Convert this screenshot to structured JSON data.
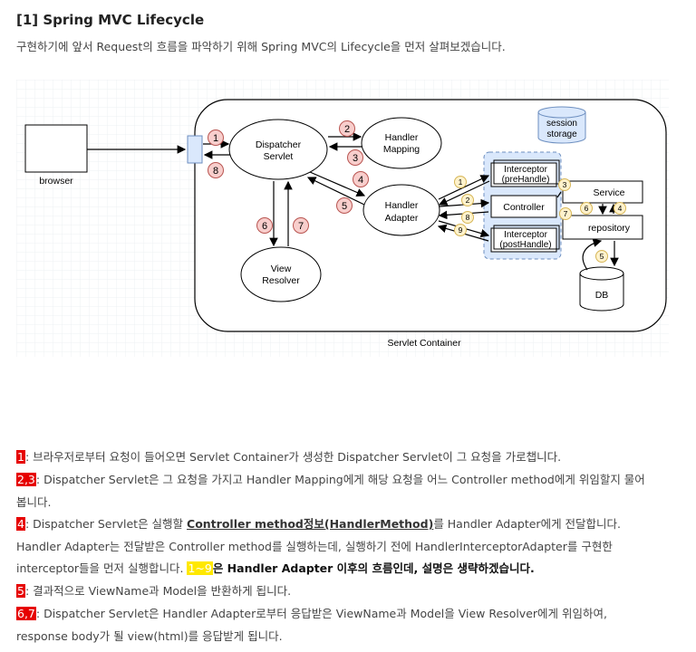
{
  "header": {
    "title": "[1] Spring MVC Lifecycle",
    "subtitle": "구현하기에 앞서 Request의 흐름을 파악하기 위해 Spring MVC의 Lifecycle을 먼저 살펴보겠습니다."
  },
  "diagram": {
    "browser": "browser",
    "dispatcher_1": "Dispatcher",
    "dispatcher_2": "Servlet",
    "handler_mapping_1": "Handler",
    "handler_mapping_2": "Mapping",
    "handler_adapter_1": "Handler",
    "handler_adapter_2": "Adapter",
    "view_resolver_1": "View",
    "view_resolver_2": "Resolver",
    "session_1": "session",
    "session_2": "storage",
    "pre_1": "Interceptor",
    "pre_2": "(preHandle)",
    "controller": "Controller",
    "post_1": "Interceptor",
    "post_2": "(postHandle)",
    "service": "Service",
    "repository": "repository",
    "db": "DB",
    "container": "Servlet Container",
    "red_nums": [
      "1",
      "2",
      "3",
      "4",
      "5",
      "6",
      "7",
      "8"
    ],
    "yellow_nums": [
      "1",
      "2",
      "8",
      "9",
      "3",
      "7",
      "6",
      "4",
      "5"
    ]
  },
  "steps": {
    "s1_tag": "1",
    "s1_text": ": 브라우저로부터 요청이 들어오면 Servlet Container가 생성한 Dispatcher Servlet이 그 요청을 가로챕니다.",
    "s23_tag": "2,3",
    "s23_text": ": Dispatcher Servlet은 그 요청을 가지고 Handler Mapping에게 해당 요청을 어느 Controller method에게 위임할지 물어",
    "s23_text2": "봅니다.",
    "s4_tag": "4",
    "s4_text_a": ": Dispatcher Servlet은 실행할 ",
    "s4_strong": "Controller method정보(HandlerMethod)",
    "s4_text_b": "를 Handler Adapter에게 전달합니다.",
    "s4_line2": "Handler Adapter는 전달받은 Controller method를 실행하는데, 실행하기 전에 HandlerInterceptorAdapter를 구현한",
    "s4_line3a": "interceptor들을 먼저 실행합니다. ",
    "s4_yellow": "1~9",
    "s4_line3b": "은 Handler Adapter 이후의 흐름인데, 설명은 생략하겠습니다.",
    "s5_tag": "5",
    "s5_text": ": 결과적으로 ViewName과 Model을 반환하게 됩니다.",
    "s67_tag": "6,7",
    "s67_text": ": Dispatcher Servlet은 Handler Adapter로부터 응답받은 ViewName과 Model을 View Resolver에게 위임하여,",
    "s67_text2": "response body가 될 view(html)를 응답받게 됩니다."
  }
}
